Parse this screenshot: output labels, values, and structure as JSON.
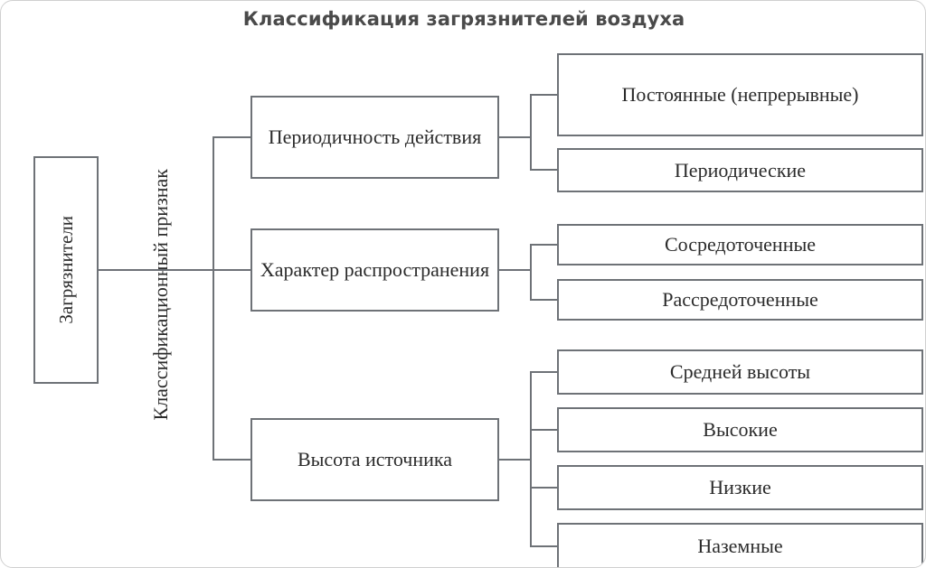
{
  "title": "Классификация загрязнителей воздуха",
  "root": {
    "label": "Загрязнители"
  },
  "axis": {
    "label": "Классификационный признак"
  },
  "branches": [
    {
      "label": "Периодичность действия",
      "children": [
        "Постоянные (непрерывные)",
        "Периодические"
      ]
    },
    {
      "label": "Характер распространения",
      "children": [
        "Сосредоточенные",
        "Рассредоточенные"
      ]
    },
    {
      "label": "Высота источника",
      "children": [
        "Средней высоты",
        "Высокие",
        "Низкие",
        "Наземные"
      ]
    }
  ],
  "colors": {
    "box_border": "#6e7277",
    "connector": "#6e7277",
    "title": "#4a4a4a",
    "text": "#2b2b2b",
    "background": "#ffffff"
  }
}
